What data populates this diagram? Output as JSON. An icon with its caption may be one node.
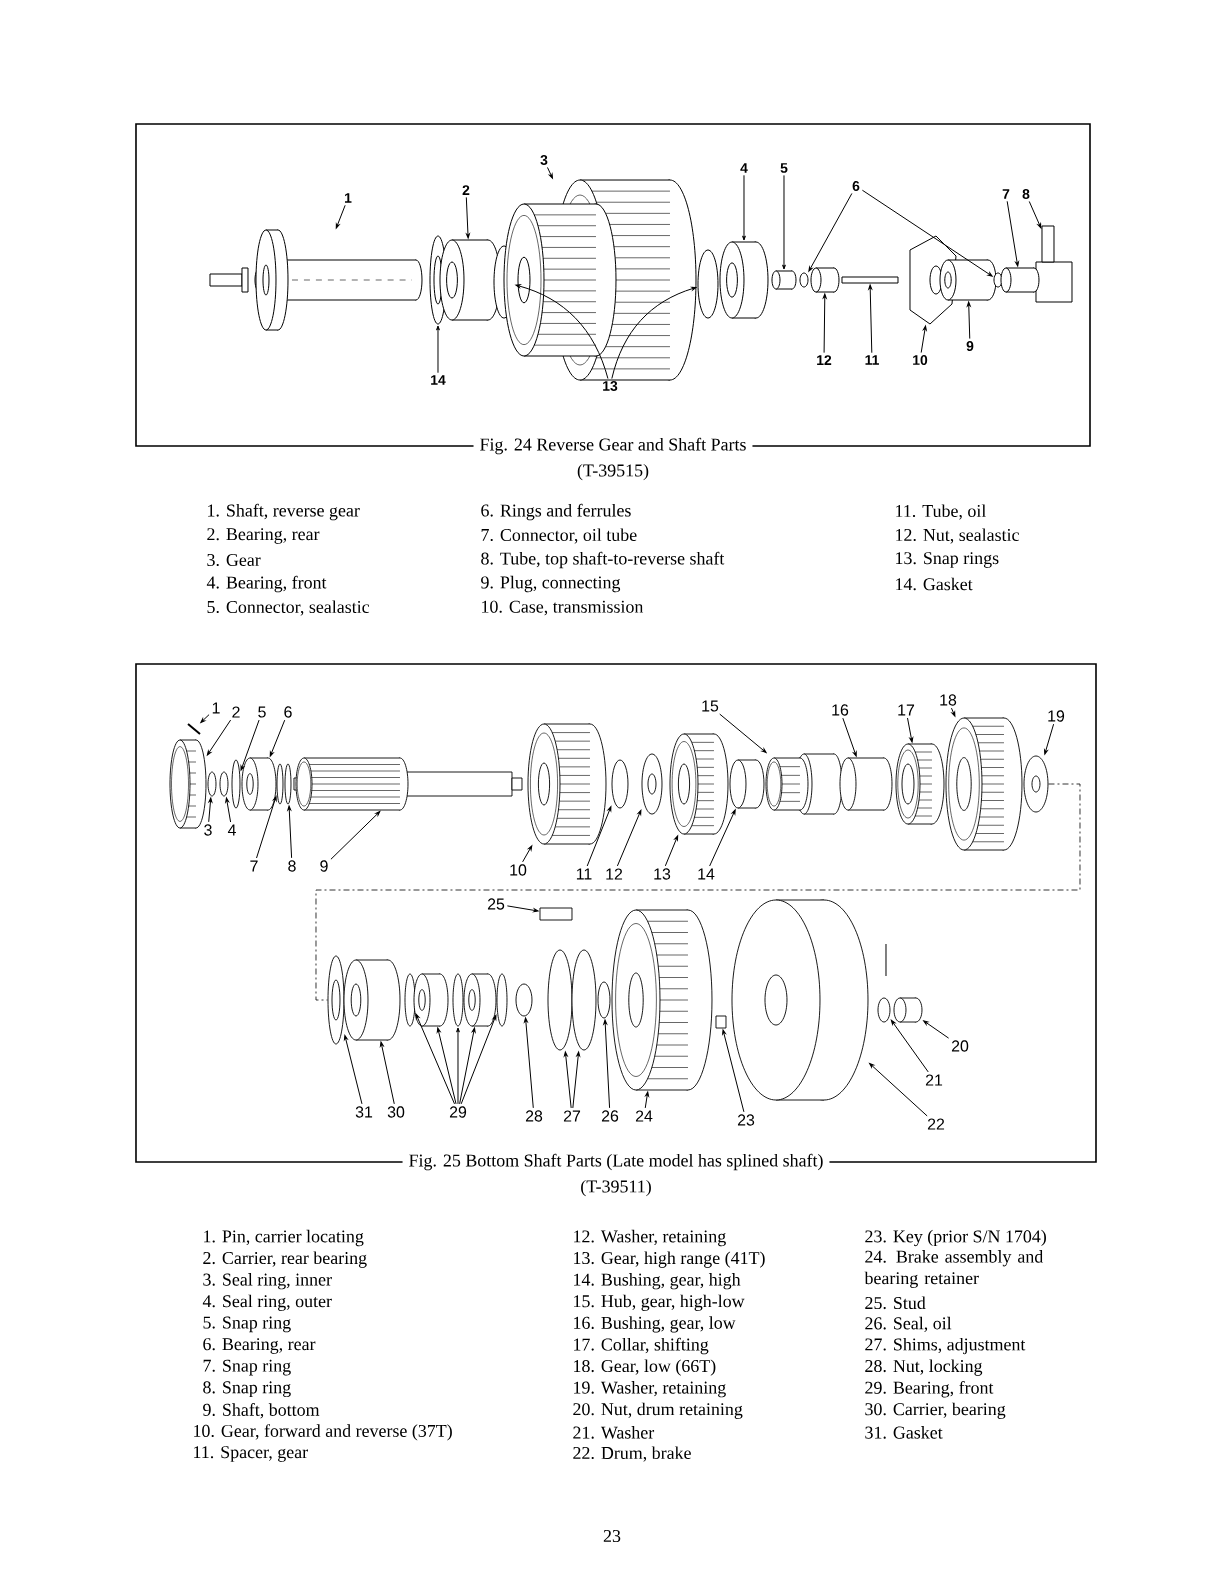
{
  "diagram": {
    "nodes": [
      {
        "text": [
          "Fig. 24 Reverse Gear and Shaft Parts",
          "(T-39515)"
        ]
      },
      {
        "text": [
          "1"
        ],
        "in": 0
      },
      {
        "text": [
          "2"
        ],
        "in": 0
      },
      {
        "text": [
          "3"
        ],
        "in": 0
      },
      {
        "text": [
          "4"
        ],
        "in": 0
      },
      {
        "text": [
          "5"
        ],
        "in": 0
      },
      {
        "text": [
          "6"
        ],
        "in": 0
      },
      {
        "text": [
          "7"
        ],
        "in": 0
      },
      {
        "text": [
          "8"
        ],
        "in": 0
      },
      {
        "text": [
          "9"
        ],
        "in": 0
      },
      {
        "text": [
          "10"
        ],
        "in": 0
      },
      {
        "text": [
          "11"
        ],
        "in": 0
      },
      {
        "text": [
          "12"
        ],
        "in": 0
      },
      {
        "text": [
          "13"
        ],
        "in": 0
      },
      {
        "text": [
          "14"
        ],
        "in": 0
      },
      {
        "text": [],
        "shape": "picture",
        "in": 0
      },
      {
        "text": [],
        "shape": "circle",
        "in": 0
      },
      {
        "text": [],
        "shape": "cylinder",
        "in": 0
      },
      {
        "text": [],
        "shape": "circle",
        "in": 0
      },
      {
        "text": [],
        "shape": "picture",
        "in": 0
      },
      {
        "text": [],
        "shape": "circle",
        "in": 0
      },
      {
        "text": [],
        "shape": "cylinder",
        "in": 0
      },
      {
        "text": [],
        "shape": "cylinder",
        "in": 0
      },
      {
        "text": [],
        "shape": "circle",
        "in": 0
      },
      {
        "text": [],
        "shape": "cylinder",
        "in": 0
      },
      {
        "text": [],
        "shape": "bar",
        "in": 0
      },
      {
        "text": [],
        "shape": "picture",
        "in": 0
      },
      {
        "text": [],
        "shape": "cylinder",
        "in": 0
      },
      {
        "text": [],
        "shape": "circle",
        "in": 0
      },
      {
        "text": [],
        "shape": "cylinder",
        "in": 0
      },
      {
        "text": [],
        "shape": "bar",
        "in": 0
      },
      {
        "text": [
          "Fig. 25 Bottom Shaft Parts (Late model has splined shaft)",
          "(T-39511)"
        ]
      },
      {
        "text": [
          "1"
        ],
        "in": 31
      },
      {
        "text": [
          "2"
        ],
        "in": 31
      },
      {
        "text": [
          "3"
        ],
        "in": 31
      },
      {
        "text": [
          "4"
        ],
        "in": 31
      },
      {
        "text": [
          "5"
        ],
        "in": 31
      },
      {
        "text": [
          "6"
        ],
        "in": 31
      },
      {
        "text": [
          "7"
        ],
        "in": 31
      },
      {
        "text": [
          "8"
        ],
        "in": 31
      },
      {
        "text": [
          "9"
        ],
        "in": 31
      },
      {
        "text": [
          "10"
        ],
        "in": 31
      },
      {
        "text": [
          "11"
        ],
        "in": 31
      },
      {
        "text": [
          "12"
        ],
        "in": 31
      },
      {
        "text": [
          "13"
        ],
        "in": 31
      },
      {
        "text": [
          "14"
        ],
        "in": 31
      },
      {
        "text": [
          "15"
        ],
        "in": 31
      },
      {
        "text": [
          "16"
        ],
        "in": 31
      },
      {
        "text": [
          "17"
        ],
        "in": 31
      },
      {
        "text": [
          "18"
        ],
        "in": 31
      },
      {
        "text": [
          "19"
        ],
        "in": 31
      },
      {
        "text": [
          "20"
        ],
        "in": 31
      },
      {
        "text": [
          "21"
        ],
        "in": 31
      },
      {
        "text": [
          "22"
        ],
        "in": 31
      },
      {
        "text": [
          "23"
        ],
        "in": 31
      },
      {
        "text": [
          "24"
        ],
        "in": 31
      },
      {
        "text": [
          "25"
        ],
        "in": 31
      },
      {
        "text": [
          "26"
        ],
        "in": 31
      },
      {
        "text": [
          "27"
        ],
        "in": 31
      },
      {
        "text": [
          "28"
        ],
        "in": 31
      },
      {
        "text": [
          "29"
        ],
        "in": 31
      },
      {
        "text": [
          "30"
        ],
        "in": 31
      },
      {
        "text": [
          "31"
        ],
        "in": 31
      },
      {
        "text": [],
        "shape": "picture",
        "in": 31
      },
      {
        "text": [],
        "shape": "picture",
        "in": 31
      },
      {
        "text": [],
        "shape": "circle",
        "in": 31
      },
      {
        "text": [],
        "shape": "circle",
        "in": 31
      },
      {
        "text": [],
        "shape": "circle",
        "in": 31
      },
      {
        "text": [],
        "shape": "cylinder",
        "in": 31
      },
      {
        "text": [],
        "shape": "circle",
        "in": 31
      },
      {
        "text": [],
        "shape": "circle",
        "in": 31
      },
      {
        "text": [],
        "shape": "picture",
        "in": 31
      },
      {
        "text": [],
        "shape": "picture",
        "in": 31
      },
      {
        "text": [],
        "shape": "circle",
        "in": 31
      },
      {
        "text": [],
        "shape": "circle",
        "in": 31
      },
      {
        "text": [],
        "shape": "picture",
        "in": 31
      },
      {
        "text": [],
        "shape": "cylinder",
        "in": 31
      },
      {
        "text": [],
        "shape": "picture",
        "in": 31
      },
      {
        "text": [],
        "shape": "cylinder",
        "in": 31
      },
      {
        "text": [],
        "shape": "picture",
        "in": 31
      },
      {
        "text": [],
        "shape": "picture",
        "in": 31
      },
      {
        "text": [],
        "shape": "circle",
        "in": 31
      },
      {
        "text": [],
        "shape": "circle",
        "in": 31
      },
      {
        "text": [],
        "shape": "cylinder",
        "in": 31
      },
      {
        "text": [],
        "shape": "circle",
        "in": 31
      },
      {
        "text": [],
        "shape": "cylinder",
        "in": 31
      },
      {
        "text": [],
        "shape": "circle",
        "in": 31
      },
      {
        "text": [],
        "shape": "cylinder",
        "in": 31
      },
      {
        "text": [],
        "shape": "circle",
        "in": 31
      },
      {
        "text": [],
        "shape": "circle",
        "in": 31
      },
      {
        "text": [],
        "shape": "bar",
        "in": 31
      },
      {
        "text": [],
        "shape": "circle",
        "in": 31
      },
      {
        "text": [],
        "shape": "circle",
        "in": 31
      },
      {
        "text": [],
        "shape": "circle",
        "in": 31
      },
      {
        "text": [],
        "shape": "picture",
        "in": 31
      },
      {
        "text": [],
        "shape": "box",
        "in": 31
      },
      {
        "text": [],
        "shape": "cylinder",
        "in": 31
      },
      {
        "text": [],
        "shape": "circle",
        "in": 31
      },
      {
        "text": [],
        "shape": "cylinder",
        "in": 31
      }
    ],
    "edges": [
      {
        "from": 1,
        "to": 15,
        "arrow": "to"
      },
      {
        "from": 2,
        "to": 17,
        "arrow": "to"
      },
      {
        "from": 3,
        "to": 19,
        "arrow": "to"
      },
      {
        "from": 4,
        "to": 21,
        "arrow": "to"
      },
      {
        "from": 5,
        "to": 22,
        "arrow": "to"
      },
      {
        "from": 6,
        "to": 23,
        "arrow": "to"
      },
      {
        "from": 6,
        "to": 28,
        "arrow": "to"
      },
      {
        "from": 7,
        "to": 29,
        "arrow": "to"
      },
      {
        "from": 8,
        "to": 30,
        "arrow": "to"
      },
      {
        "from": 9,
        "to": 27,
        "arrow": "to"
      },
      {
        "from": 10,
        "to": 26,
        "arrow": "to"
      },
      {
        "from": 11,
        "to": 25,
        "arrow": "to"
      },
      {
        "from": 12,
        "to": 24,
        "arrow": "to"
      },
      {
        "from": 13,
        "to": 18,
        "arrow": "to"
      },
      {
        "from": 13,
        "to": 20,
        "arrow": "to"
      },
      {
        "from": 14,
        "to": 16,
        "arrow": "to"
      },
      {
        "from": 32,
        "to": 64,
        "arrow": "to"
      },
      {
        "from": 33,
        "to": 63,
        "arrow": "to"
      },
      {
        "from": 34,
        "to": 65,
        "arrow": "to"
      },
      {
        "from": 35,
        "to": 66,
        "arrow": "to"
      },
      {
        "from": 36,
        "to": 67,
        "arrow": "to"
      },
      {
        "from": 37,
        "to": 68,
        "arrow": "to"
      },
      {
        "from": 38,
        "to": 69,
        "arrow": "to"
      },
      {
        "from": 39,
        "to": 70,
        "arrow": "to"
      },
      {
        "from": 40,
        "to": 71,
        "arrow": "to"
      },
      {
        "from": 41,
        "to": 72,
        "arrow": "to"
      },
      {
        "from": 42,
        "to": 73,
        "arrow": "to"
      },
      {
        "from": 43,
        "to": 74,
        "arrow": "to"
      },
      {
        "from": 44,
        "to": 75,
        "arrow": "to"
      },
      {
        "from": 45,
        "to": 76,
        "arrow": "to"
      },
      {
        "from": 46,
        "to": 77,
        "arrow": "to"
      },
      {
        "from": 47,
        "to": 78,
        "arrow": "to"
      },
      {
        "from": 48,
        "to": 79,
        "arrow": "to"
      },
      {
        "from": 49,
        "to": 80,
        "arrow": "to"
      },
      {
        "from": 50,
        "to": 81,
        "arrow": "to"
      },
      {
        "from": 51,
        "to": 98,
        "arrow": "to"
      },
      {
        "from": 52,
        "to": 97,
        "arrow": "to"
      },
      {
        "from": 53,
        "to": 96,
        "arrow": "to"
      },
      {
        "from": 54,
        "to": 95,
        "arrow": "to"
      },
      {
        "from": 55,
        "to": 94,
        "arrow": "to"
      },
      {
        "from": 56,
        "to": 90,
        "arrow": "to"
      },
      {
        "from": 57,
        "to": 93,
        "arrow": "to"
      },
      {
        "from": 58,
        "to": 91,
        "arrow": "to"
      },
      {
        "from": 58,
        "to": 92,
        "arrow": "to"
      },
      {
        "from": 59,
        "to": 89,
        "arrow": "to"
      },
      {
        "from": 60,
        "to": 84,
        "arrow": "to"
      },
      {
        "from": 60,
        "to": 85,
        "arrow": "to"
      },
      {
        "from": 60,
        "to": 86,
        "arrow": "to"
      },
      {
        "from": 60,
        "to": 87,
        "arrow": "to"
      },
      {
        "from": 60,
        "to": 88,
        "arrow": "to"
      },
      {
        "from": 61,
        "to": 83,
        "arrow": "to"
      },
      {
        "from": 62,
        "to": 82,
        "arrow": "to"
      },
      {
        "from": 81,
        "to": 82,
        "arrow": "none",
        "style": "dashed"
      }
    ],
    "labels": [
      "1. Shaft, reverse gear",
      "2. Bearing, rear",
      "3. Gear",
      "4. Bearing, front",
      "5. Connector, sealastic",
      "6. Rings and ferrules",
      "7. Connector, oil tube",
      "8. Tube, top shaft-to-reverse shaft",
      "9. Plug, connecting",
      "10. Case, transmission",
      "11. Tube, oil",
      "12. Nut, sealastic",
      "13. Snap rings",
      "14. Gasket",
      "1. Pin, carrier locating",
      "2. Carrier, rear bearing",
      "3. Seal ring, inner",
      "4. Seal ring, outer",
      "5. Snap ring",
      "6. Bearing, rear",
      "7. Snap ring",
      "8. Snap ring",
      "9. Shaft, bottom",
      "10. Gear, forward and reverse (37T)",
      "11. Spacer, gear",
      "12. Washer, retaining",
      "13. Gear, high range (41T)",
      "14. Bushing, gear, high",
      "15. Hub, gear, high-low",
      "16. Bushing, gear, low",
      "17. Collar, shifting",
      "18. Gear, low (66T)",
      "19. Washer, retaining",
      "20. Nut, drum retaining",
      "21. Washer",
      "22. Drum, brake",
      "23. Key (prior S/N 1704)",
      "24. Brake assembly and bearing retainer",
      "25. Stud",
      "26. Seal, oil",
      "27. Shims, adjustment",
      "28. Nut, locking",
      "29. Bearing, front",
      "30. Carrier, bearing",
      "31. Gasket",
      "23"
    ]
  }
}
